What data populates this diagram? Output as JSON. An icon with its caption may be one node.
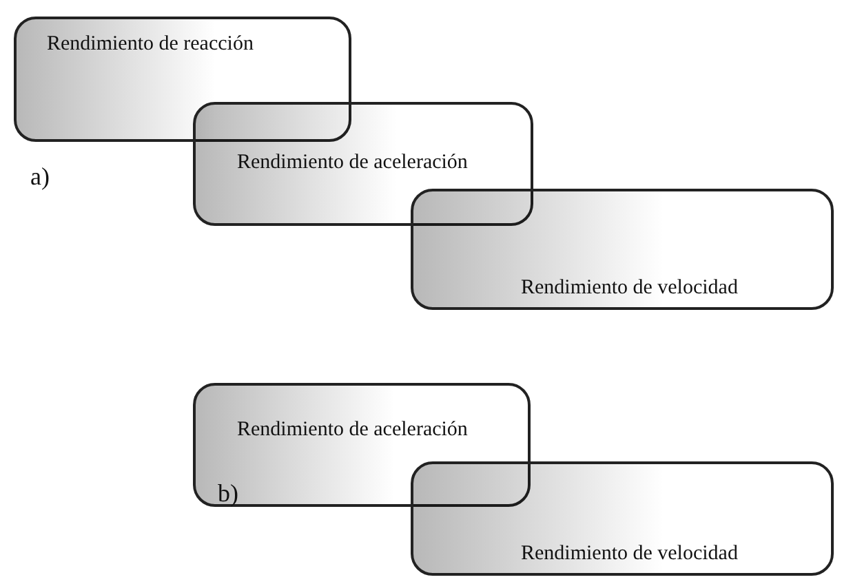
{
  "diagram": {
    "nodes": [
      {
        "text": [
          "Rendimiento de reacción"
        ]
      },
      {
        "text": [
          "Rendimiento de aceleración"
        ]
      },
      {
        "text": [
          "Rendimiento de velocidad"
        ]
      },
      {
        "text": [
          "Rendimiento de aceleración"
        ]
      },
      {
        "text": [
          "Rendimiento de velocidad"
        ]
      }
    ],
    "labels": [
      "a)",
      "b)"
    ]
  }
}
